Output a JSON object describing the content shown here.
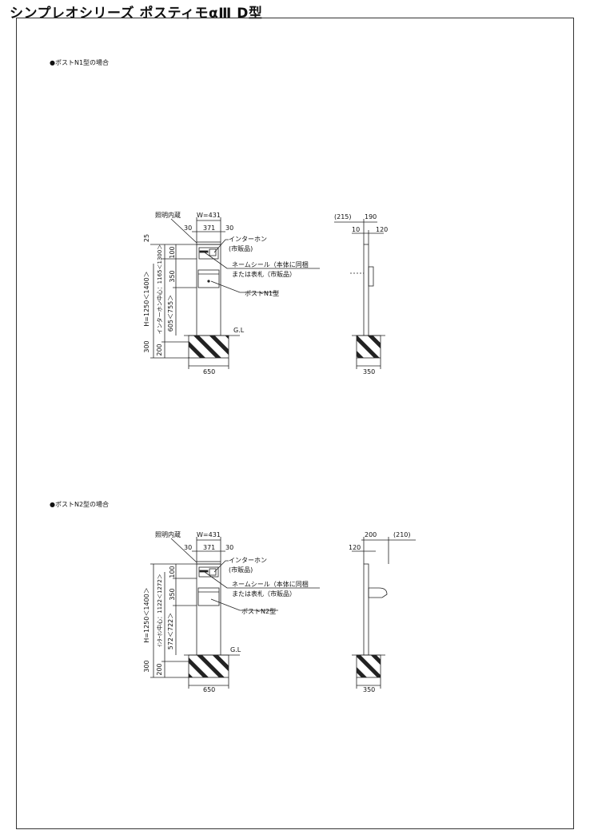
{
  "page_title": "シンプレオシリーズ ポスティモαⅢ D型",
  "section_n1": {
    "heading": "●ポストN1型の場合",
    "front": {
      "light": "照明内蔵",
      "width": "W=431",
      "dim_30_left": "30",
      "dim_371": "371",
      "dim_30_right": "30",
      "intercom": "インターホン",
      "intercom_sub": "(市販品)",
      "name_seal": "ネームシール（本体に同梱",
      "name_plate": "または表札（市販品）",
      "post_label": "ポストN1型",
      "dim_25": "25",
      "dim_100": "100",
      "dim_350": "350",
      "dim_height": "H=1250＜1400＞",
      "dim_intercom_center": "インターホン中心：1165＜1300＞",
      "dim_605": "605＜755＞",
      "dim_300": "300",
      "dim_200": "200",
      "gl": "G.L",
      "dim_650": "650"
    },
    "side": {
      "dim_215": "(215)",
      "dim_190": "190",
      "dim_10": "10",
      "dim_120": "120",
      "dim_350": "350"
    }
  },
  "section_n2": {
    "heading": "●ポストN2型の場合",
    "front": {
      "light": "照明内蔵",
      "width": "W=431",
      "dim_30_left": "30",
      "dim_371": "371",
      "dim_30_right": "30",
      "intercom": "インターホン",
      "intercom_sub": "(市販品)",
      "name_seal": "ネームシール（本体に同梱",
      "name_plate": "または表札（市販品）",
      "post_label": "ポストN2型",
      "dim_100": "100",
      "dim_350": "350",
      "dim_height": "H=1250＜1400＞",
      "dim_intercom_center": "ｲﾝﾀｰﾎﾝ中心：1122＜1272＞",
      "dim_572": "572＜722＞",
      "dim_300": "300",
      "dim_200": "200",
      "gl": "G.L",
      "dim_650": "650"
    },
    "side": {
      "dim_200": "200",
      "dim_210": "(210)",
      "dim_120": "120",
      "dim_350": "350"
    }
  }
}
